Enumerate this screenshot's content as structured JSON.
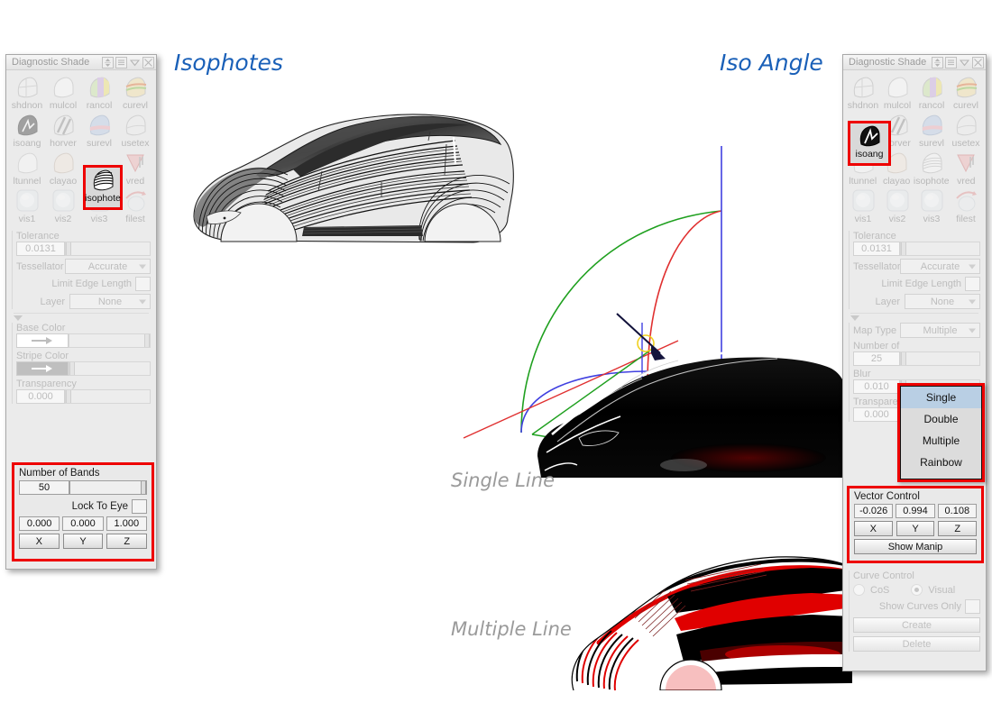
{
  "captions": {
    "isophotes": "Isophotes",
    "iso_angle": "Iso Angle",
    "single_line": "Single Line",
    "multiple_line": "Multiple Line"
  },
  "colors": {
    "accent_red": "#ee0000",
    "caption_blue": "#1a60b8",
    "caption_gray": "#9a9a9a",
    "panel_bg": "#ebebeb",
    "highlight_select": "#b9cfe4",
    "axis_x": "#e03030",
    "axis_y": "#1fa01f",
    "axis_z": "#4040e0"
  },
  "left_panel": {
    "title": "Diagnostic Shade",
    "titlebar_icons": [
      "resize-vertical-icon",
      "list-icon",
      "chevron-down-icon",
      "close-icon"
    ],
    "icon_grid": [
      [
        "shdnon",
        "mulcol",
        "rancol",
        "curevl"
      ],
      [
        "isoang",
        "horver",
        "surevl",
        "usetex"
      ],
      [
        "ltunnel",
        "clayao",
        "isophote",
        "vred"
      ],
      [
        "vis1",
        "vis2",
        "vis3",
        "filest"
      ]
    ],
    "selected_icon": "isophote",
    "tolerance_label": "Tolerance",
    "tolerance_value": "0.0131",
    "tessellator_label": "Tessellator",
    "tessellator_value": "Accurate",
    "limit_edge_length_label": "Limit Edge Length",
    "layer_label": "Layer",
    "layer_value": "None",
    "base_color_label": "Base Color",
    "stripe_color_label": "Stripe Color",
    "transparency_label": "Transparency",
    "transparency_value": "0.000",
    "bands": {
      "label": "Number of Bands",
      "value": "50",
      "lock_to_eye_label": "Lock To Eye",
      "vector": [
        "0.000",
        "0.000",
        "1.000"
      ],
      "axis_buttons": [
        "X",
        "Y",
        "Z"
      ]
    }
  },
  "right_panel": {
    "title": "Diagnostic Shade",
    "titlebar_icons": [
      "resize-vertical-icon",
      "list-icon",
      "chevron-down-icon",
      "close-icon"
    ],
    "icon_grid": [
      [
        "shdnon",
        "mulcol",
        "rancol",
        "curevl"
      ],
      [
        "isoang",
        "horver",
        "surevl",
        "usetex"
      ],
      [
        "ltunnel",
        "clayao",
        "isophote",
        "vred"
      ],
      [
        "vis1",
        "vis2",
        "vis3",
        "filest"
      ]
    ],
    "selected_icon": "isoang",
    "tolerance_label": "Tolerance",
    "tolerance_value": "0.0131",
    "tessellator_label": "Tessellator",
    "tessellator_value": "Accurate",
    "limit_edge_length_label": "Limit Edge Length",
    "layer_label": "Layer",
    "layer_value": "None",
    "map_type_label": "Map Type",
    "map_type_value": "Multiple",
    "map_type_options": [
      "Single",
      "Double",
      "Multiple",
      "Rainbow"
    ],
    "map_type_highlighted": "Single",
    "number_of_label": "Number of",
    "number_of_value": "25",
    "blur_label": "Blur",
    "blur_value": "0.010",
    "transparency_label": "Transparency",
    "transparency_value": "0.000",
    "vector_control": {
      "label": "Vector Control",
      "values": [
        "-0.026",
        "0.994",
        "0.108"
      ],
      "axis_buttons": [
        "X",
        "Y",
        "Z"
      ],
      "show_manip_label": "Show Manip"
    },
    "curve_control": {
      "label": "Curve Control",
      "cos_label": "CoS",
      "visual_label": "Visual",
      "selected_mode": "Visual",
      "show_curves_only_label": "Show Curves Only",
      "create_label": "Create",
      "delete_label": "Delete"
    }
  }
}
